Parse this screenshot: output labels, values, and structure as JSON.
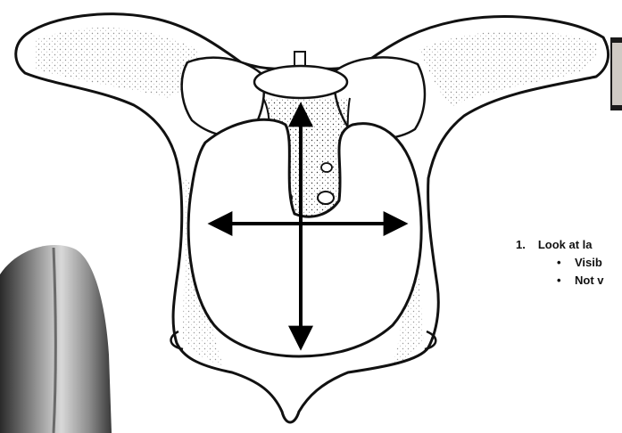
{
  "instructions": {
    "number": "1.",
    "heading": "Look at la",
    "bullets": [
      {
        "marker": "•",
        "text": "Visib"
      },
      {
        "marker": "•",
        "text": "Not v"
      }
    ]
  },
  "colors": {
    "bone_outline": "#111111",
    "bone_fill": "#ffffff",
    "photo_dark": "#2a2a2a",
    "photo_light": "#d8d8d8"
  },
  "icons": [
    "pelvis-outline-drawing",
    "horizontal-double-arrow-icon",
    "vertical-double-arrow-icon"
  ]
}
